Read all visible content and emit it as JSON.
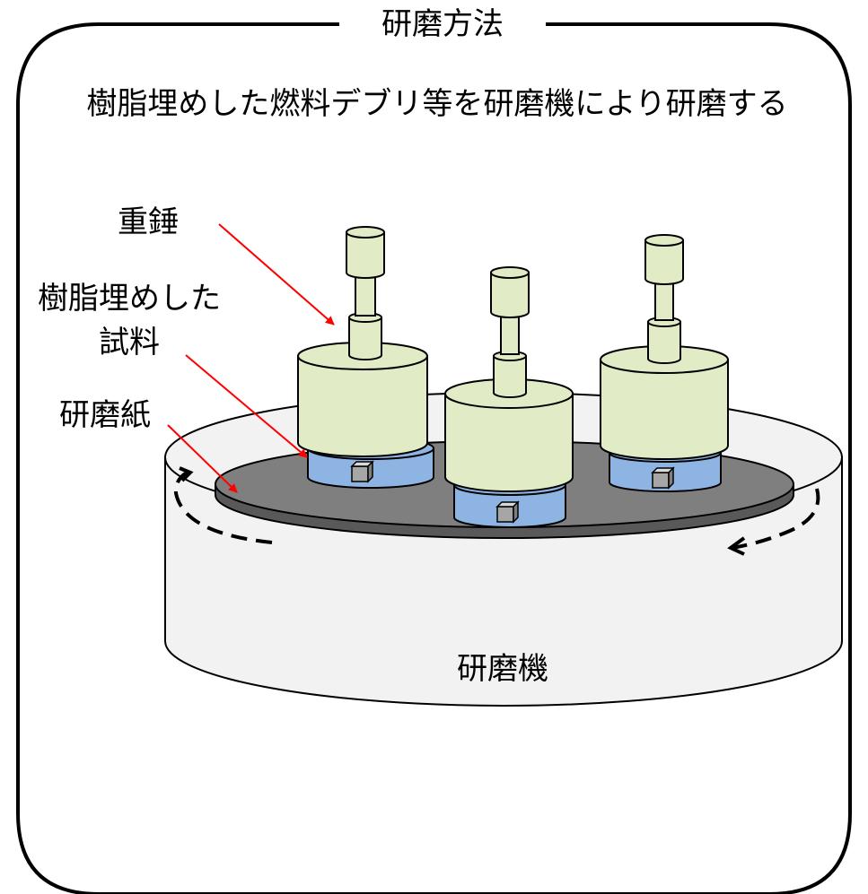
{
  "title": "研磨方法",
  "description": "樹脂埋めした燃料デブリ等を研磨機により研磨する",
  "labels": {
    "weight": "重錘",
    "sample_line1": "樹脂埋めした",
    "sample_line2": "試料",
    "paper": "研磨紙",
    "machine": "研磨機"
  },
  "colors": {
    "frame": "#000000",
    "machine_body": "#f2f2f2",
    "paper": "#7f7f7f",
    "weight": "#e1ecc7",
    "sample": "#8eb4e3",
    "cube": "#a6a6a6",
    "pointer": "#ff0000"
  }
}
